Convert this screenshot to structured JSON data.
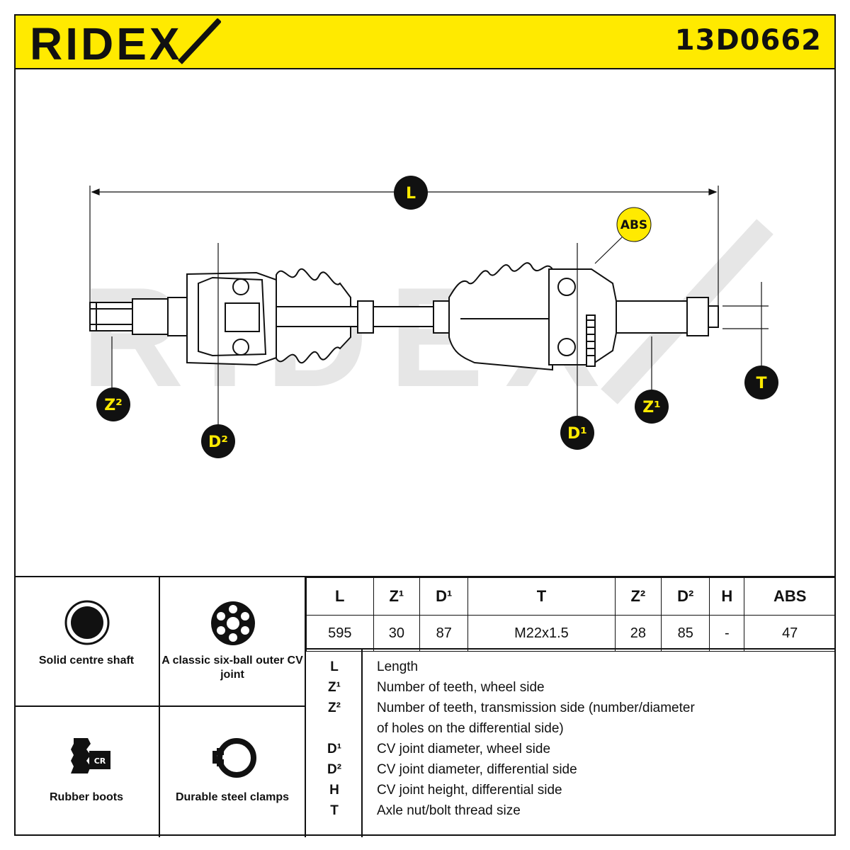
{
  "header": {
    "brand": "RIDEX",
    "part_number": "13D0662",
    "color_accent": "#ffea00"
  },
  "diagram": {
    "callouts": {
      "L": "L",
      "ABS": "ABS",
      "Z1": "Z¹",
      "Z2": "Z²",
      "D1": "D¹",
      "D2": "D²",
      "T": "T"
    },
    "watermark": "RIDEX"
  },
  "features": [
    {
      "label": "Solid centre shaft",
      "icon": "solid-shaft-icon"
    },
    {
      "label": "A classic six-ball outer CV joint",
      "icon": "six-ball-joint-icon"
    },
    {
      "label": "Rubber boots",
      "icon": "rubber-boot-icon",
      "badge": "CR"
    },
    {
      "label": "Durable steel clamps",
      "icon": "steel-clamp-icon"
    }
  ],
  "specs": {
    "headers": [
      "L",
      "Z¹",
      "D¹",
      "T",
      "Z²",
      "D²",
      "H",
      "ABS"
    ],
    "values": [
      "595",
      "30",
      "87",
      "M22x1.5",
      "28",
      "85",
      "-",
      "47"
    ]
  },
  "legend": [
    {
      "symbol": "L",
      "text": "Length"
    },
    {
      "symbol": "Z¹",
      "text": "Number of teeth, wheel side"
    },
    {
      "symbol": "Z²",
      "text": "Number of teeth, transmission side (number/diameter"
    },
    {
      "symbol": "",
      "text": "of holes on the differential side)"
    },
    {
      "symbol": "D¹",
      "text": "CV joint diameter, wheel side"
    },
    {
      "symbol": "D²",
      "text": "CV joint diameter, differential side"
    },
    {
      "symbol": "H",
      "text": "CV joint height, differential side"
    },
    {
      "symbol": "T",
      "text": "Axle nut/bolt thread size"
    }
  ]
}
